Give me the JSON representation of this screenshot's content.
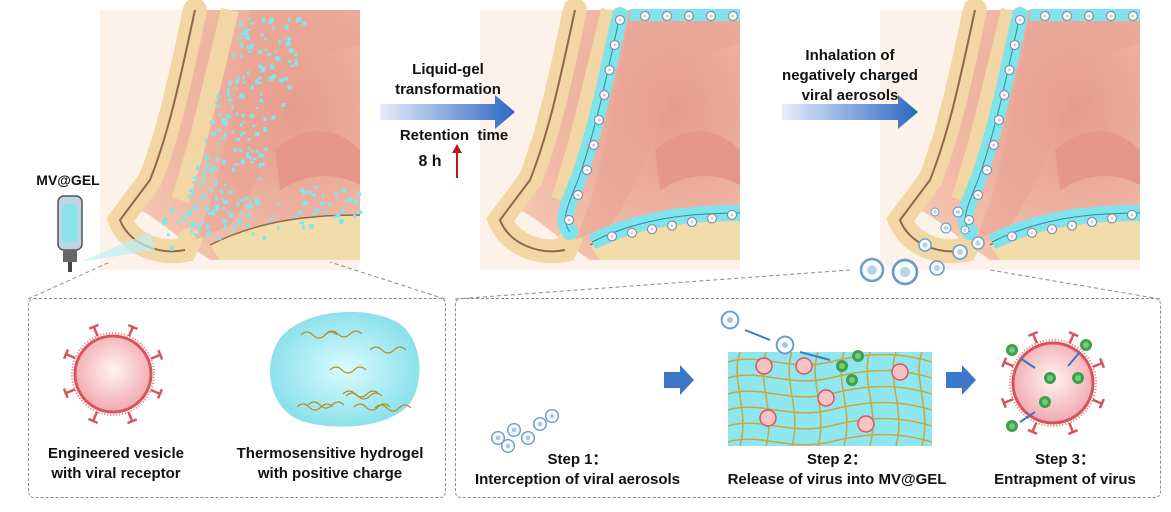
{
  "spray": {
    "label": "MV@GEL"
  },
  "arrow1": {
    "title_line1": "Liquid-gel",
    "title_line2": "transformation",
    "retention_label": "Retention  time",
    "duration": "8 h"
  },
  "arrow2": {
    "line1": "Inhalation of",
    "line2": "negatively charged",
    "line3": "viral aerosols"
  },
  "left_panel": {
    "vesicle_line1": "Engineered vesicle",
    "vesicle_line2": "with viral receptor",
    "hydrogel_line1": "Thermosensitive hydrogel",
    "hydrogel_line2": "with positive charge"
  },
  "steps": [
    {
      "title": "Step 1：",
      "caption": "Interception of viral aerosols"
    },
    {
      "title": "Step 2：",
      "caption": "Release of virus into MV@GEL"
    },
    {
      "title": "Step 3：",
      "caption": "Entrapment of virus"
    }
  ],
  "colors": {
    "skin": "#f6cdb6",
    "cavity": "#e9a293",
    "bone": "#f1dcaa",
    "gel": "#8ee6ef",
    "arrow": "#3d78c8",
    "vesicle_ring": "#d8545c",
    "virus": "#43a94d",
    "retention_arrow": "#b81a1a"
  }
}
